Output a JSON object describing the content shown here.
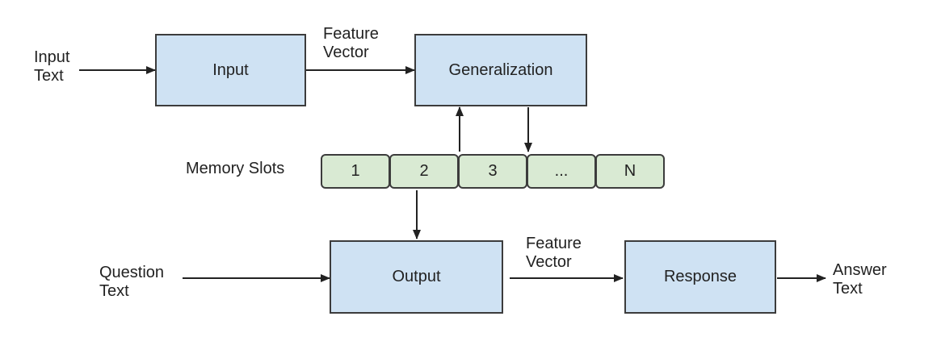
{
  "diagram": {
    "boxes": {
      "input": "Input",
      "generalization": "Generalization",
      "output": "Output",
      "response": "Response"
    },
    "memory": {
      "label": "Memory Slots",
      "slots": [
        "1",
        "2",
        "3",
        "...",
        "N"
      ]
    },
    "labels": {
      "input_text": "Input\nText",
      "feature_vector_top": "Feature\nVector",
      "question_text": "Question\nText",
      "feature_vector_bottom": "Feature\nVector",
      "answer_text": "Answer\nText"
    },
    "colors": {
      "module_fill": "#cfe2f3",
      "slot_fill": "#d9ead3",
      "stroke": "#3c3c3c"
    }
  }
}
